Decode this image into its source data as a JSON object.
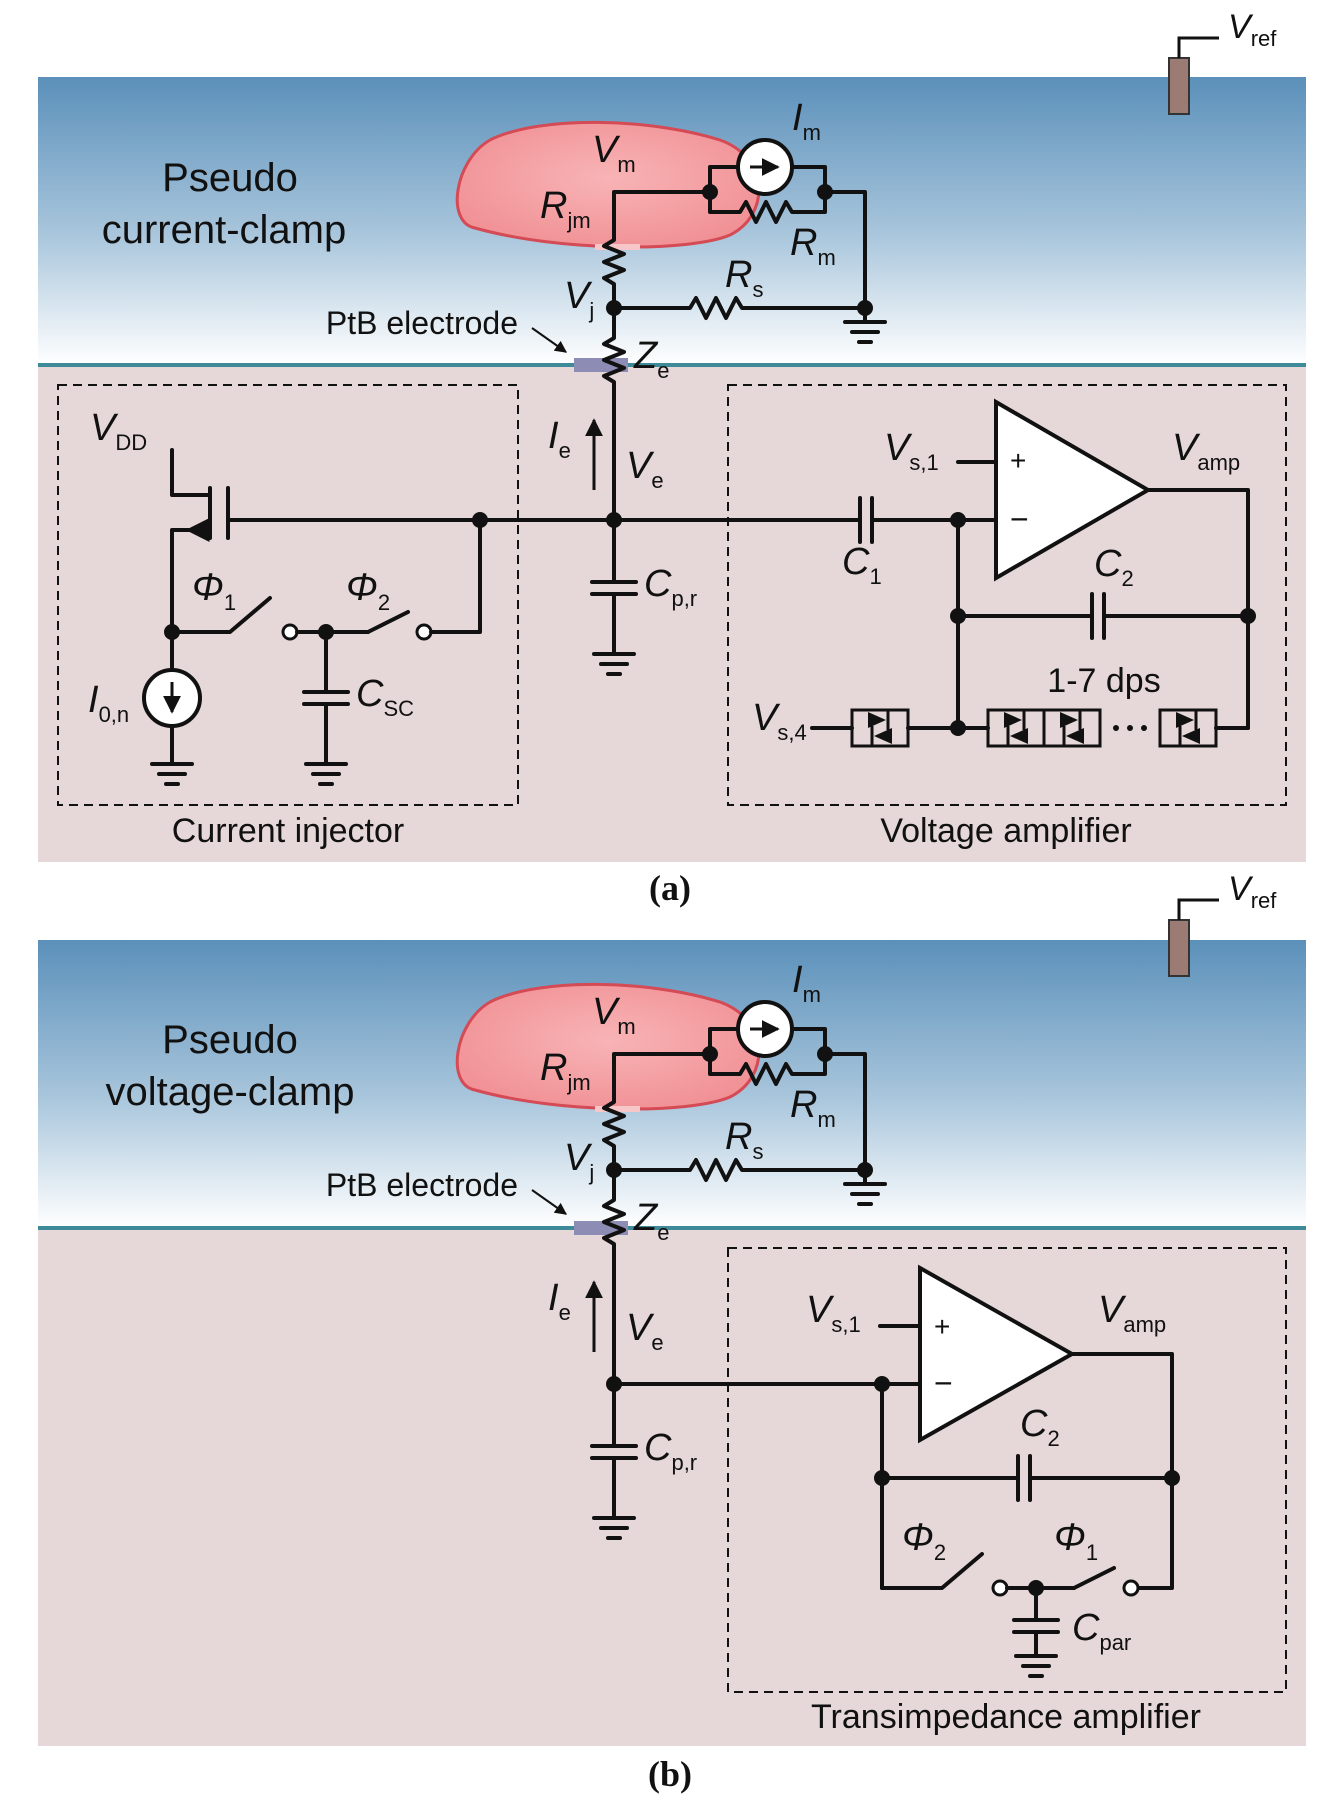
{
  "panel_a": {
    "mode_line1": "Pseudo",
    "mode_line2": "current-clamp",
    "electrode": "PtB electrode",
    "left_box": "Current injector",
    "right_box": "Voltage amplifier",
    "dps": "1-7 dps",
    "caption": "(a)"
  },
  "panel_b": {
    "mode_line1": "Pseudo",
    "mode_line2": "voltage-clamp",
    "electrode": "PtB electrode",
    "right_box": "Transimpedance amplifier",
    "caption": "(b)"
  },
  "symbols": {
    "V": "V",
    "I": "I",
    "R": "R",
    "C": "C",
    "Z": "Z",
    "phi": "Φ",
    "ref": "ref",
    "m": "m",
    "jm": "jm",
    "j": "j",
    "s": "s",
    "e": "e",
    "DD": "DD",
    "one": "1",
    "two": "2",
    "s1": "s,1",
    "s4": "s,4",
    "amp": "amp",
    "pr": "p,r",
    "SC": "SC",
    "zero_n": "0,n",
    "par": "par",
    "plus": "+",
    "minus": "−"
  },
  "colors": {
    "bath_top": "#5b90ba",
    "bath_bottom": "#ffffff",
    "chip": "#e6d8d8",
    "cell_fill": "#f08a8e",
    "cell_stroke": "#d44a55",
    "waterline": "#3f8a98",
    "electrode": "#8c8cb4",
    "ref_electrode": "#9c7b74"
  }
}
